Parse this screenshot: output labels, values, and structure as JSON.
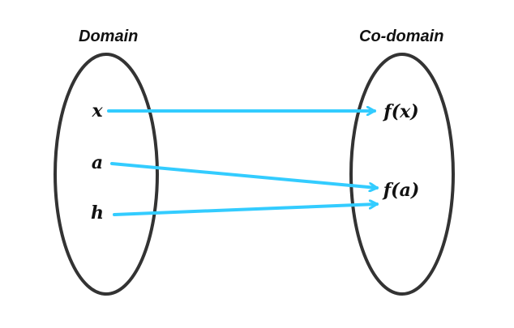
{
  "domain_title": "Domain",
  "codomain_title": "Co-domain",
  "domain_elements": [
    "x",
    "a",
    "h"
  ],
  "codomain_elements": [
    "f(x)",
    "f(a)"
  ],
  "mappings": [
    {
      "from": "x",
      "to": "f(x)"
    },
    {
      "from": "a",
      "to": "f(a)"
    },
    {
      "from": "h",
      "to": "f(a)"
    }
  ],
  "colors": {
    "ellipse_stroke": "#333333",
    "arrow": "#33ccff",
    "text": "#111111"
  }
}
